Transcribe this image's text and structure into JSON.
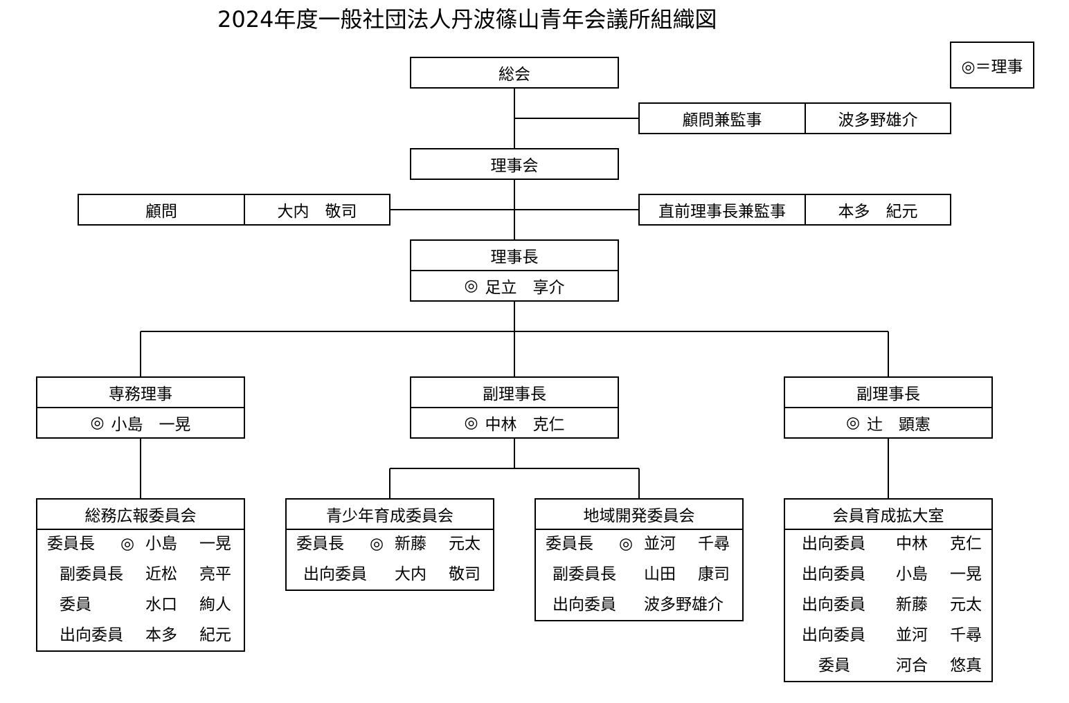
{
  "title": "2024年度一般社団法人丹波篠山青年会議所組織図",
  "legend": "◎＝理事",
  "general_assembly": "総会",
  "advisor_auditor": {
    "role": "顧問兼監事",
    "name": "波多野雄介"
  },
  "board": "理事会",
  "advisor": {
    "role": "顧問",
    "name": "大内　敬司"
  },
  "former_president": {
    "role": "直前理事長兼監事",
    "name": "本多　紀元"
  },
  "president": {
    "role": "理事長",
    "mark": "◎",
    "name": "足立　享介"
  },
  "managing_director": {
    "role": "専務理事",
    "mark": "◎",
    "name": "小島　一晃"
  },
  "vice_president_1": {
    "role": "副理事長",
    "mark": "◎",
    "name": "中林　克仁"
  },
  "vice_president_2": {
    "role": "副理事長",
    "mark": "◎",
    "name": "辻　顕憲"
  },
  "committees": {
    "general_affairs": {
      "title": "総務広報委員会",
      "rows": [
        {
          "role": "委員長",
          "mark": "◎",
          "family": "小島",
          "given": "一晃"
        },
        {
          "role": "副委員長",
          "mark": "",
          "family": "近松",
          "given": "亮平"
        },
        {
          "role": "委員",
          "mark": "",
          "family": "水口",
          "given": "絢人"
        },
        {
          "role": "出向委員",
          "mark": "",
          "family": "本多",
          "given": "紀元"
        }
      ]
    },
    "youth": {
      "title": "青少年育成委員会",
      "rows": [
        {
          "role": "委員長",
          "mark": "◎",
          "family": "新藤",
          "given": "元太"
        },
        {
          "role": "出向委員",
          "mark": "",
          "family": "大内",
          "given": "敬司"
        }
      ]
    },
    "regional": {
      "title": "地域開発委員会",
      "rows": [
        {
          "role": "委員長",
          "mark": "◎",
          "family": "並河",
          "given": "千尋"
        },
        {
          "role": "副委員長",
          "mark": "",
          "family": "山田",
          "given": "康司"
        },
        {
          "role": "出向委員",
          "mark": "",
          "name": "波多野雄介"
        }
      ]
    },
    "membership": {
      "title": "会員育成拡大室",
      "rows": [
        {
          "role": "出向委員",
          "family": "中林",
          "given": "克仁"
        },
        {
          "role": "出向委員",
          "family": "小島",
          "given": "一晃"
        },
        {
          "role": "出向委員",
          "family": "新藤",
          "given": "元太"
        },
        {
          "role": "出向委員",
          "family": "並河",
          "given": "千尋"
        },
        {
          "role": "委員",
          "family": "河合",
          "given": "悠真"
        }
      ]
    }
  }
}
